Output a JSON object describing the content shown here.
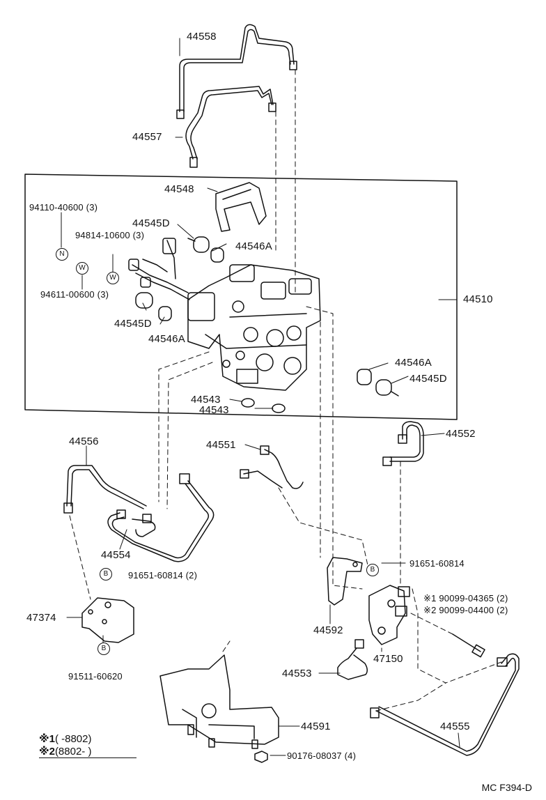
{
  "parts": {
    "p44558": "44558",
    "p44557": "44557",
    "p44548": "44548",
    "p94110": "94110-40600 (3)",
    "p44545D_a": "44545D",
    "p94814": "94814-10600 (3)",
    "p44546A_a": "44546A",
    "p94611": "94611-00600 (3)",
    "p44545D_b": "44545D",
    "p44546A_b": "44546A",
    "p44510": "44510",
    "p44546A_c": "44546A",
    "p44545D_c": "44545D",
    "p44543_a": "44543",
    "p44543_b": "44543",
    "p44556": "44556",
    "p44551": "44551",
    "p44552": "44552",
    "p44554": "44554",
    "p91651_a": "91651-60814 (2)",
    "p91651_b": "91651-60814",
    "p90099_1": "90099-04365 (2)",
    "p90099_2": "90099-04400 (2)",
    "p47374": "47374",
    "p44592": "44592",
    "p47150": "47150",
    "p91511": "91511-60620",
    "p44553": "44553",
    "p44591": "44591",
    "p44555": "44555",
    "p90176": "90176-08037 (4)"
  },
  "marks": {
    "N": "N",
    "W1": "W",
    "W2": "W",
    "B1": "B",
    "B2": "B",
    "B3": "B"
  },
  "notes": {
    "note1_key": "※1",
    "note1_val": "(      -8802)",
    "note2_key": "※2",
    "note2_val": "(8802-       )",
    "bolt1_key": "※1",
    "bolt2_key": "※2"
  },
  "diagram_code": "MC F394-D"
}
